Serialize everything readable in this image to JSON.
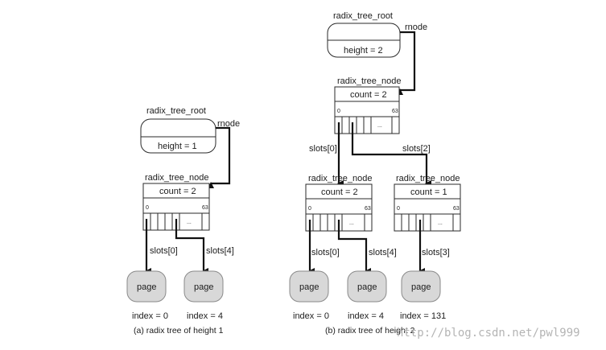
{
  "labels": {
    "radix_tree_root": "radix_tree_root",
    "radix_tree_node": "radix_tree_node",
    "rnode": "rnode",
    "page": "page",
    "slot_first": "0",
    "slot_last": "63",
    "ellipsis": "..."
  },
  "tree_a": {
    "height": "height = 1",
    "node_count": "count = 2",
    "slot_a": "slots[0]",
    "slot_b": "slots[4]",
    "index_a": "index = 0",
    "index_b": "index = 4",
    "caption": "(a) radix tree of height 1"
  },
  "tree_b": {
    "height": "height = 2",
    "top_count": "count = 2",
    "top_slot_a": "slots[0]",
    "top_slot_b": "slots[2]",
    "left_count": "count = 2",
    "left_slot_a": "slots[0]",
    "left_slot_b": "slots[4]",
    "right_count": "count = 1",
    "right_slot": "slots[3]",
    "index_a": "index = 0",
    "index_b": "index = 4",
    "index_c": "index = 131",
    "caption": "(b) radix tree of height 2"
  },
  "watermark": "http://blog.csdn.net/pwl999"
}
